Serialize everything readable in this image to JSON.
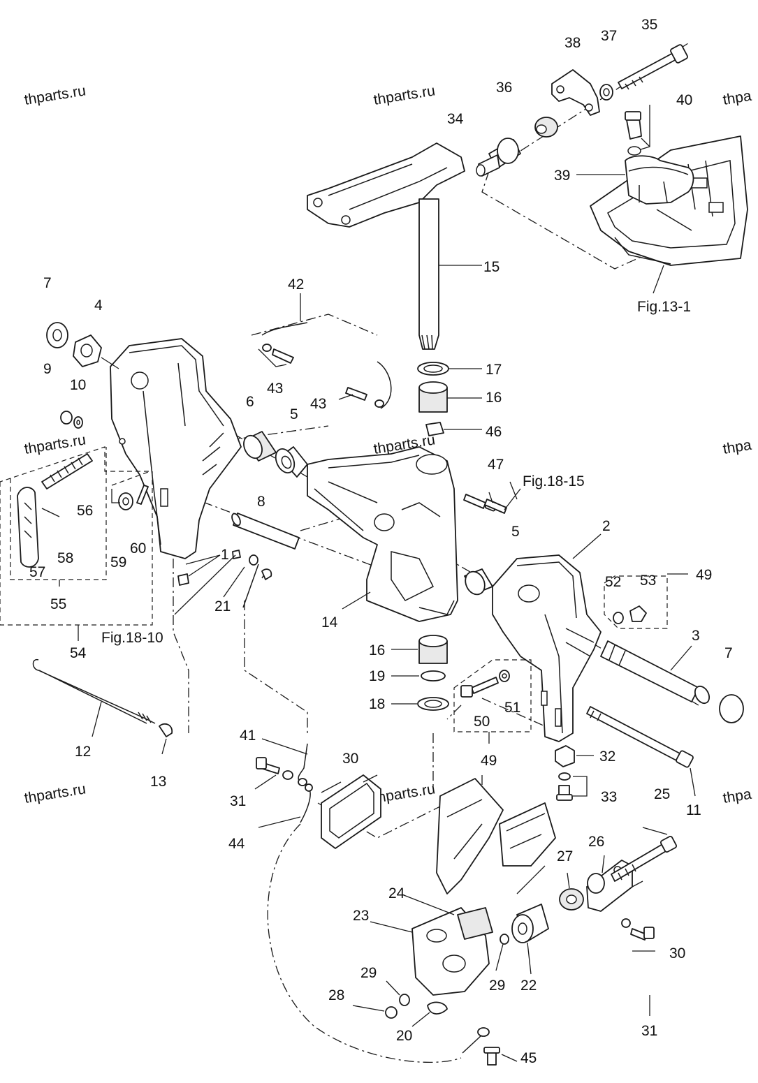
{
  "watermarks": [
    "thparts.ru",
    "thparts.ru",
    "thpa",
    "thparts.ru",
    "thparts.ru",
    "thpa",
    "thparts.ru",
    "thparts.ru",
    "thpa"
  ],
  "references": {
    "fig_13_1": "Fig.13-1",
    "fig_18_15": "Fig.18-15",
    "fig_18_10": "Fig.18-10"
  },
  "callouts": {
    "c1": "1",
    "c2": "2",
    "c3": "3",
    "c4": "4",
    "c5a": "5",
    "c5b": "5",
    "c6": "6",
    "c7a": "7",
    "c7b": "7",
    "c8": "8",
    "c9": "9",
    "c10": "10",
    "c11": "11",
    "c12": "12",
    "c13": "13",
    "c14": "14",
    "c15": "15",
    "c16a": "16",
    "c16b": "16",
    "c17": "17",
    "c18": "18",
    "c19": "19",
    "c20": "20",
    "c21": "21",
    "c22": "22",
    "c23": "23",
    "c24": "24",
    "c25": "25",
    "c26": "26",
    "c27": "27",
    "c28": "28",
    "c29a": "29",
    "c29b": "29",
    "c30a": "30",
    "c30b": "30",
    "c31a": "31",
    "c31b": "31",
    "c32": "32",
    "c33": "33",
    "c34": "34",
    "c35": "35",
    "c36": "36",
    "c37": "37",
    "c38": "38",
    "c39": "39",
    "c40": "40",
    "c41": "41",
    "c42": "42",
    "c43a": "43",
    "c43b": "43",
    "c44": "44",
    "c45": "45",
    "c46": "46",
    "c47": "47",
    "c49a": "49",
    "c49b": "49",
    "c50": "50",
    "c51": "51",
    "c52": "52",
    "c53": "53",
    "c54": "54",
    "c55": "55",
    "c56": "56",
    "c57": "57",
    "c58": "58",
    "c59": "59",
    "c60": "60"
  }
}
